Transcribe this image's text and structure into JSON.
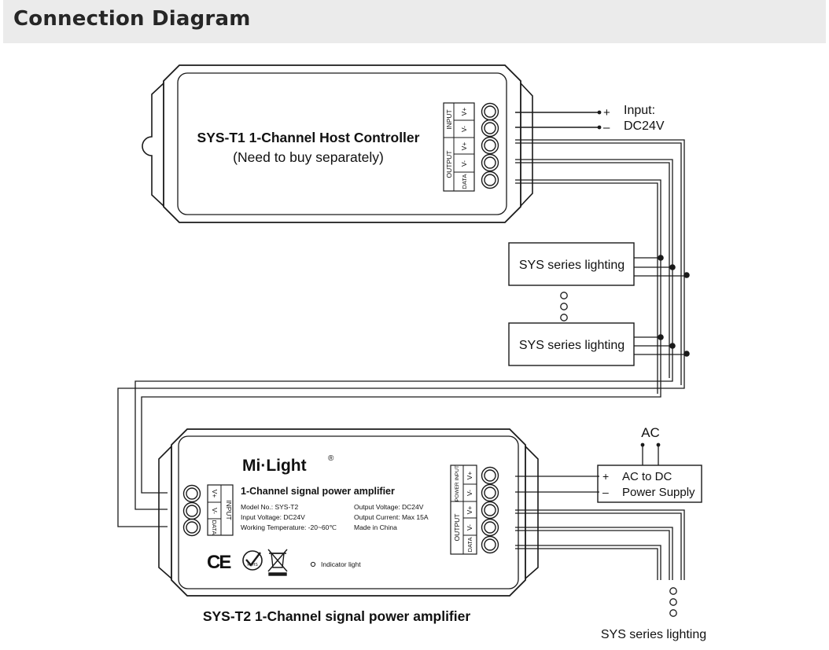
{
  "header": {
    "title": "Connection Diagram"
  },
  "host": {
    "title": "SYS-T1 1-Channel Host Controller",
    "subtitle": "(Need to buy separately)",
    "input_group": "INPUT",
    "output_group": "OUTPUT",
    "terminals": [
      "V+",
      "V-",
      "V+",
      "V-",
      "DATA"
    ]
  },
  "input_power": {
    "plus": "+",
    "minus": "–",
    "line1": "Input:",
    "line2": "DC24V"
  },
  "lighting": {
    "label1": "SYS series lighting",
    "label2": "SYS series lighting",
    "label3": "SYS series lighting"
  },
  "amplifier": {
    "brand": "Mi·Light",
    "reg": "®",
    "product": "1-Channel signal power amplifier",
    "spec_model": "Model No.: SYS-T2",
    "spec_input_voltage": "Input Voltage: DC24V",
    "spec_temp": "Working Temperature: -20~60℃",
    "spec_output_voltage": "Output Voltage: DC24V",
    "spec_output_current": "Output Current: Max 15A",
    "spec_made": "Made in China",
    "input_group": "INPUT",
    "input_terminals": [
      "V+",
      "V-",
      "DATA"
    ],
    "power_group": "POWER INPUT",
    "output_group": "OUTPUT",
    "right_terminals": [
      "V+",
      "V-",
      "V+",
      "V-",
      "DATA"
    ],
    "indicator": "Indicator light",
    "ce": "CE",
    "rohs": "RoHS",
    "caption": "SYS-T2 1-Channel signal power amplifier"
  },
  "psu": {
    "ac": "AC",
    "plus": "+",
    "minus": "–",
    "line1": "AC to DC",
    "line2": "Power Supply"
  }
}
